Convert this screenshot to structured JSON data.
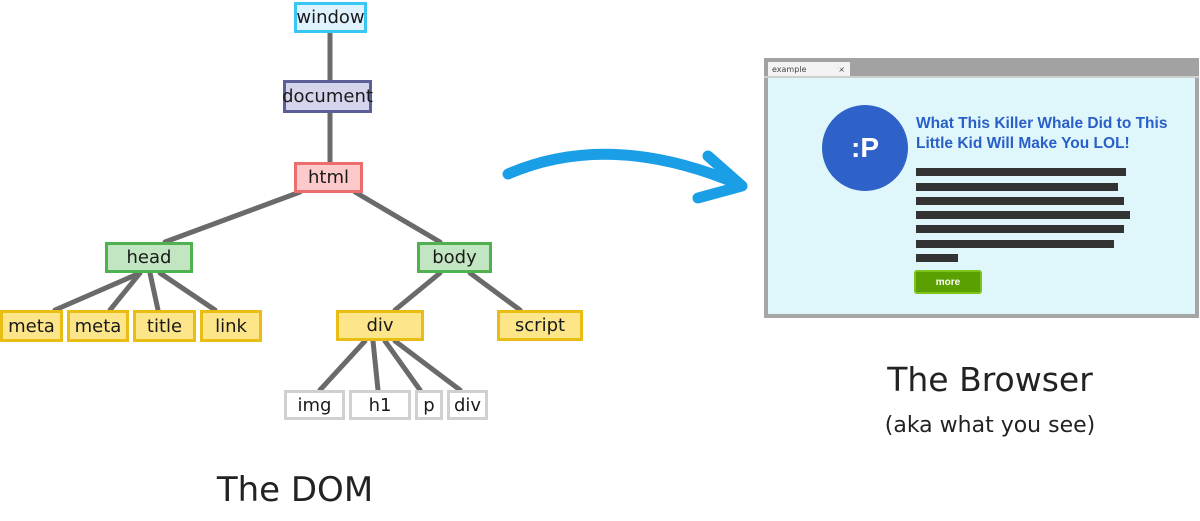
{
  "dom_tree": {
    "window": "window",
    "document": "document",
    "html": "html",
    "head": "head",
    "body": "body",
    "head_children": [
      "meta",
      "meta",
      "title",
      "link"
    ],
    "div": "div",
    "script": "script",
    "div_children": [
      "img",
      "h1",
      "p",
      "div"
    ]
  },
  "captions": {
    "dom": "The DOM",
    "browser": "The Browser",
    "browser_sub": "(aka what you see)"
  },
  "browser": {
    "tab_label": "example",
    "tab_close": "×",
    "new_tab": "+",
    "avatar_text": ":P",
    "headline": "What This Killer Whale Did to This Little Kid Will Make You LOL!",
    "more_button": "more"
  },
  "colors": {
    "window": "#38c6f4",
    "document": "#5c5e98",
    "html": "#ec6d6d",
    "head_body": "#4fb14f",
    "leaf": "#e9bd14",
    "grandchild": "#d0d0d0",
    "arrow": "#1a9fe6",
    "headline": "#2a5fc8"
  }
}
